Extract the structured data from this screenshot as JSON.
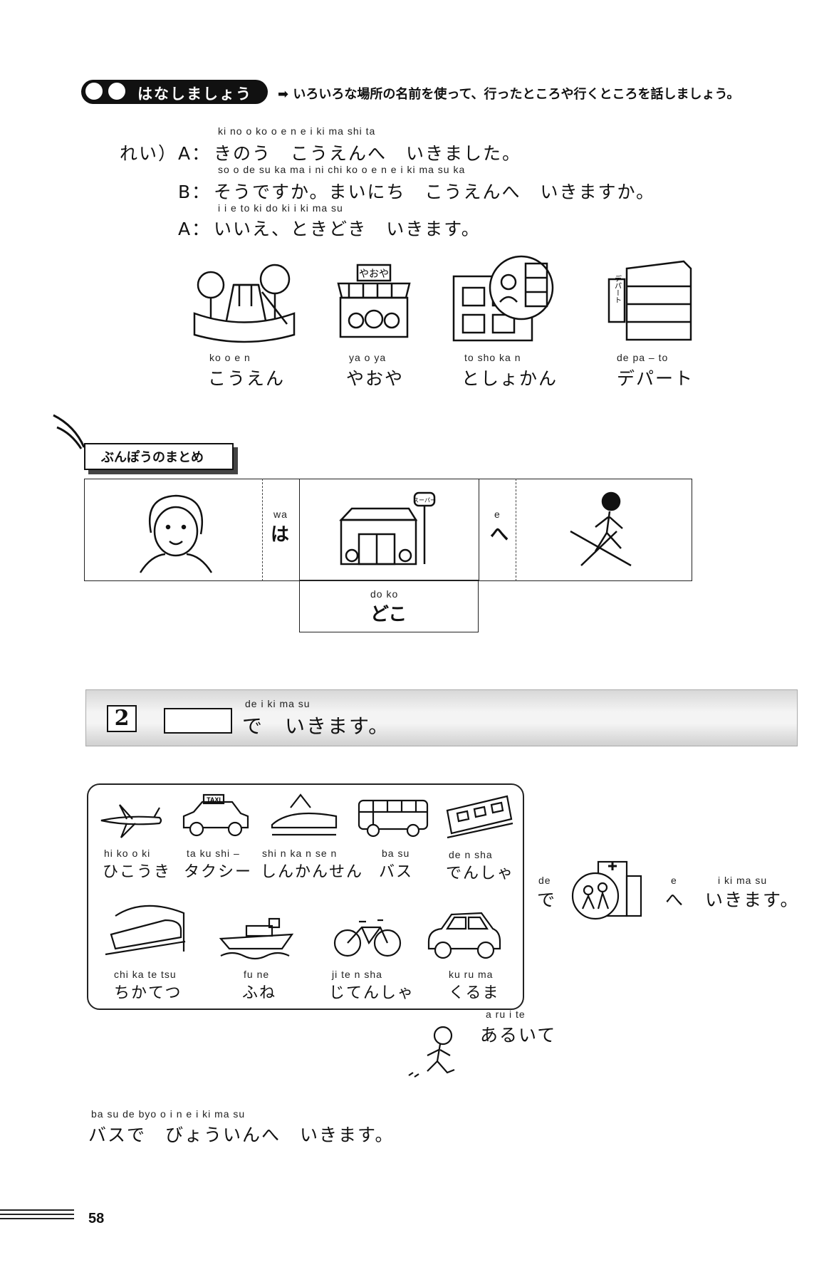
{
  "section1": {
    "badge": "はなしましょう",
    "instruction": "➡ いろいろな場所の名前を使って、行ったところや行くところを話しましょう。",
    "example_label": "れい）",
    "lines": [
      {
        "speaker": "A：",
        "ruby": "ki no o     ko o e n e     i ki ma shi ta",
        "text": "きのう　こうえんへ　いきました。"
      },
      {
        "speaker": "B：",
        "ruby": "so o de su ka     ma i ni chi     ko o e n e     i ki ma su ka",
        "text": "そうですか。まいにち　こうえんへ　いきますか。"
      },
      {
        "speaker": "A：",
        "ruby": "i i e     to ki do ki     i ki ma su",
        "text": "いいえ、ときどき　いきます。"
      }
    ],
    "places": [
      {
        "ruby": "ko o e n",
        "text": "こうえん",
        "icon": "park-icon"
      },
      {
        "ruby": "ya o ya",
        "text": "やおや",
        "icon": "greengrocer-icon",
        "sign": "やおや"
      },
      {
        "ruby": "to sho ka n",
        "text": "としょかん",
        "icon": "library-icon"
      },
      {
        "ruby": "de pa – to",
        "text": "デパート",
        "icon": "department-store-icon",
        "sign": "デパート"
      }
    ]
  },
  "grammar": {
    "title": "ぶんぽうのまとめ",
    "wa_ruby": "wa",
    "wa": "は",
    "e_ruby": "e",
    "e": "へ",
    "doko_ruby": "do ko",
    "doko": "どこ",
    "store_sign": "スーパー"
  },
  "section2": {
    "number": "2",
    "ruby": "de     i ki ma su",
    "text": "で　いきます。",
    "vehicles": [
      {
        "ruby": "hi ko o ki",
        "text": "ひこうき",
        "icon": "airplane-icon"
      },
      {
        "ruby": "ta ku shi –",
        "text": "タクシー",
        "icon": "taxi-icon",
        "sign": "TAXI"
      },
      {
        "ruby": "shi n ka n se n",
        "text": "しんかんせん",
        "icon": "bullet-train-icon"
      },
      {
        "ruby": "ba su",
        "text": "バス",
        "icon": "bus-icon"
      },
      {
        "ruby": "de n sha",
        "text": "でんしゃ",
        "icon": "train-icon"
      },
      {
        "ruby": "chi ka te tsu",
        "text": "ちかてつ",
        "icon": "subway-icon"
      },
      {
        "ruby": "fu ne",
        "text": "ふね",
        "icon": "ship-icon"
      },
      {
        "ruby": "ji te n sha",
        "text": "じてんしゃ",
        "icon": "bicycle-icon"
      },
      {
        "ruby": "ku ru ma",
        "text": "くるま",
        "icon": "car-icon"
      }
    ],
    "de_ruby": "de",
    "de": "で",
    "e_ruby": "e",
    "e": "へ",
    "ikimasu_ruby": "i ki ma su",
    "ikimasu": "いきます。",
    "aruite_ruby": "a ru i te",
    "aruite": "あるいて",
    "example_ruby": "ba su de     byo o i n e     i ki ma su",
    "example": "バスで　びょういんへ　いきます。"
  },
  "page_number": "58"
}
